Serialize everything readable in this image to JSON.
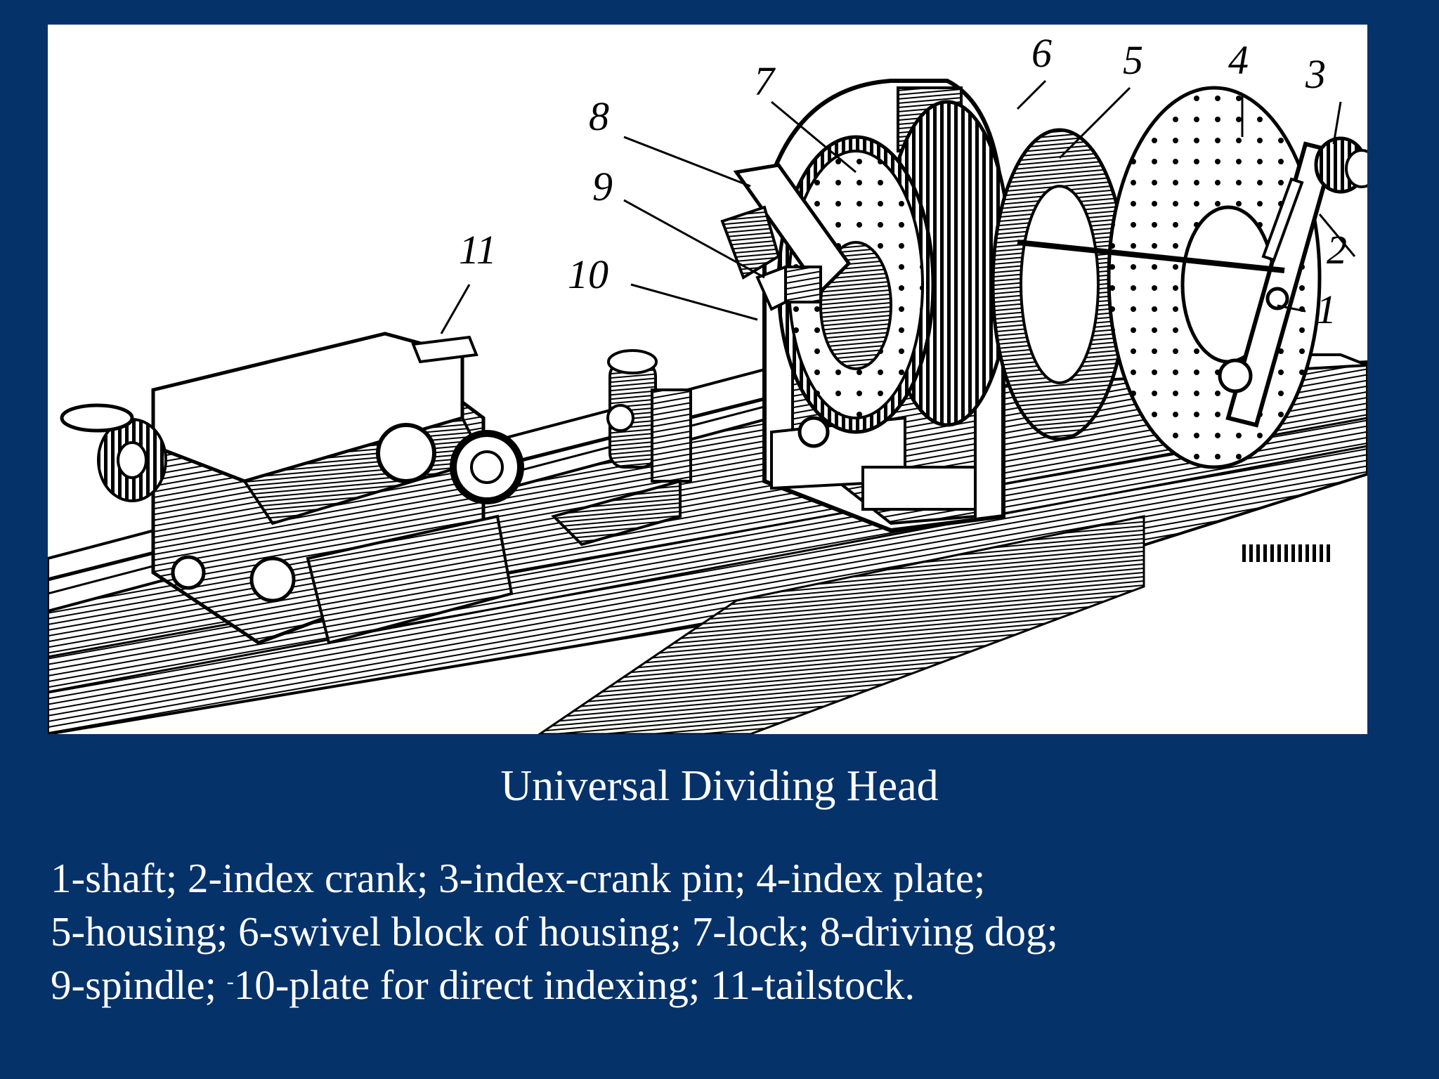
{
  "colors": {
    "background": "#06326a",
    "figure_panel": "#ffffff",
    "text": "#ffffff",
    "ink": "#000000"
  },
  "figure": {
    "type": "technical-illustration",
    "subject": "dividing-head-on-machine-table",
    "callouts": [
      "1",
      "2",
      "3",
      "4",
      "5",
      "6",
      "7",
      "8",
      "9",
      "10",
      "11"
    ]
  },
  "caption": "Universal Dividing Head",
  "legend": {
    "line1": "1-shaft; 2-index crank; 3-index-crank pin; 4-index plate;",
    "line2": "5-housing; 6-swivel block of housing; 7-lock; 8-driving dog;",
    "line3_a": "9-spindle; ",
    "line3_mark": "-",
    "line3_b": "10-plate for direct indexing; 11-tailstock."
  }
}
